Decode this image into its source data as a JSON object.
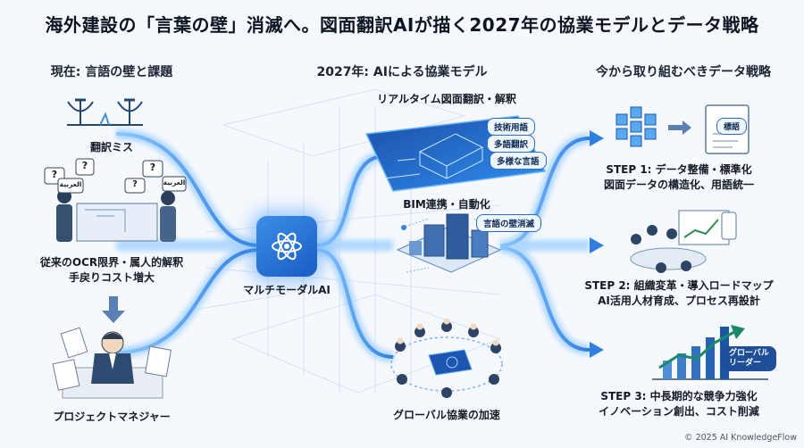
{
  "title": "海外建設の「言葉の壁」消滅へ。図面翻訳AIが描く2027年の協業モデルとデータ戦略",
  "left": {
    "heading": "現在: 言語の壁と課題",
    "items": [
      {
        "label": "翻訳ミス"
      },
      {
        "label": "従来のOCR限界・属人的解釈"
      },
      {
        "label": "手戻りコスト増大"
      },
      {
        "label": "プロジェクトマネジャー"
      }
    ],
    "bubbles": [
      "?",
      "?",
      "?",
      "?",
      "العربية",
      "العربية"
    ]
  },
  "center": {
    "heading": "2027年: AIによる協業モデル",
    "hub_label": "マルチモーダルAI",
    "items": [
      {
        "label": "リアルタイム図面翻訳・解釈",
        "tags": [
          "技術用語",
          "多語翻訳",
          "多様な言語"
        ]
      },
      {
        "label": "BIM連携・自動化",
        "tags": [
          "言語の壁消滅"
        ]
      },
      {
        "label": "グローバル協業の加速"
      }
    ]
  },
  "right": {
    "heading": "今から取り組むべきデータ戦略",
    "doc_tag": "標語",
    "chart_tag": [
      "グローバル",
      "リーダー"
    ],
    "steps": [
      {
        "title": "STEP 1: データ整備・標準化",
        "desc": "図面データの構造化、用語統一"
      },
      {
        "title": "STEP 2: 組織変革・導入ロードマップ",
        "desc": "AI活用人材育成、プロセス再設計"
      },
      {
        "title": "STEP 3: 中長期的な競争力強化",
        "desc": "イノベーション創出、コスト削減"
      }
    ]
  },
  "footer": "© 2025 AI KnowledgeFlow",
  "colors": {
    "flow": "#3a8fe8",
    "glow": "#9fd0ff",
    "accent": "#1a5bc4",
    "bg": "#f5f8fc"
  }
}
